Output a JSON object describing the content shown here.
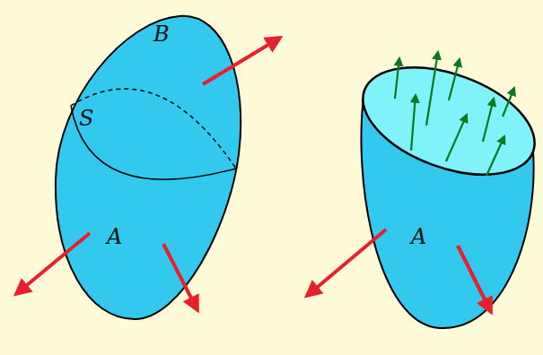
{
  "diagram": {
    "labels": [
      "B",
      "S",
      "A",
      "A"
    ]
  }
}
